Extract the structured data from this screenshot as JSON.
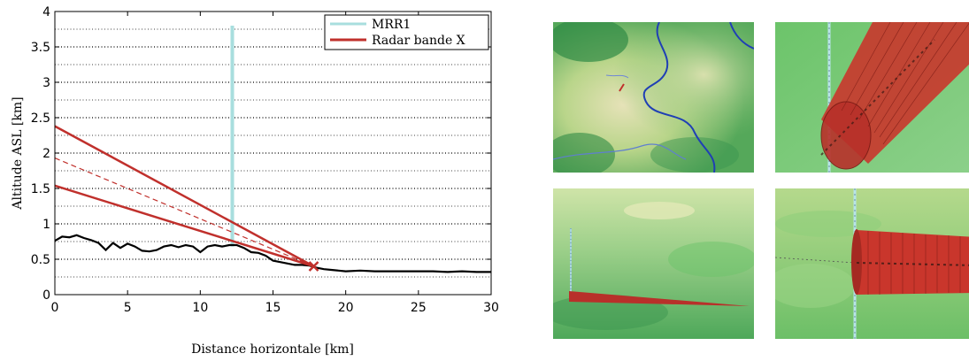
{
  "chart_data": {
    "type": "line",
    "xlabel": "Distance horizontale [km]",
    "ylabel": "Altitude ASL [km]",
    "xlim": [
      0,
      30
    ],
    "ylim": [
      0,
      4
    ],
    "xticks": [
      0,
      5,
      10,
      15,
      20,
      25,
      30
    ],
    "yticks": [
      0,
      0.5,
      1,
      1.5,
      2,
      2.5,
      3,
      3.5,
      4
    ],
    "grid": "horizontal dotted",
    "legend_position": "top-right",
    "legend": [
      {
        "label": "MRR1",
        "color": "#a8dede"
      },
      {
        "label": "Radar bande X",
        "color": "#c0302c"
      }
    ],
    "series": [
      {
        "name": "MRR1",
        "color": "#a8dede",
        "x": [
          12.2,
          12.2
        ],
        "y": [
          0.68,
          3.8
        ]
      },
      {
        "name": "Radar bande X",
        "color": "#c0302c",
        "segments": [
          {
            "x": [
              0,
              17.8
            ],
            "y": [
              2.38,
              0.4
            ],
            "style": "solid"
          },
          {
            "x": [
              0,
              17.8
            ],
            "y": [
              1.93,
              0.4
            ],
            "style": "dashed"
          },
          {
            "x": [
              0,
              17.8
            ],
            "y": [
              1.54,
              0.4
            ],
            "style": "solid"
          }
        ]
      },
      {
        "name": "terrain",
        "color": "#000000",
        "x": [
          0,
          0.5,
          1,
          1.5,
          2,
          2.5,
          3,
          3.5,
          4,
          4.5,
          5,
          5.5,
          6,
          6.5,
          7,
          7.5,
          8,
          8.5,
          9,
          9.5,
          10,
          10.5,
          11,
          11.5,
          12,
          12.5,
          13,
          13.5,
          14,
          14.5,
          15,
          15.5,
          16,
          16.5,
          17,
          17.5,
          18,
          18.5,
          19,
          19.5,
          20,
          21,
          22,
          23,
          24,
          25,
          26,
          27,
          28,
          29,
          30
        ],
        "y": [
          0.76,
          0.82,
          0.81,
          0.84,
          0.8,
          0.77,
          0.73,
          0.63,
          0.73,
          0.66,
          0.72,
          0.68,
          0.62,
          0.61,
          0.63,
          0.68,
          0.7,
          0.67,
          0.7,
          0.68,
          0.6,
          0.68,
          0.7,
          0.68,
          0.7,
          0.7,
          0.66,
          0.6,
          0.59,
          0.55,
          0.48,
          0.46,
          0.44,
          0.42,
          0.42,
          0.41,
          0.38,
          0.36,
          0.35,
          0.34,
          0.33,
          0.34,
          0.33,
          0.33,
          0.33,
          0.33,
          0.33,
          0.32,
          0.33,
          0.32,
          0.32
        ]
      },
      {
        "name": "radar",
        "marker": "x",
        "color": "#c0302c",
        "x": [
          17.8
        ],
        "y": [
          0.4
        ]
      }
    ]
  }
}
